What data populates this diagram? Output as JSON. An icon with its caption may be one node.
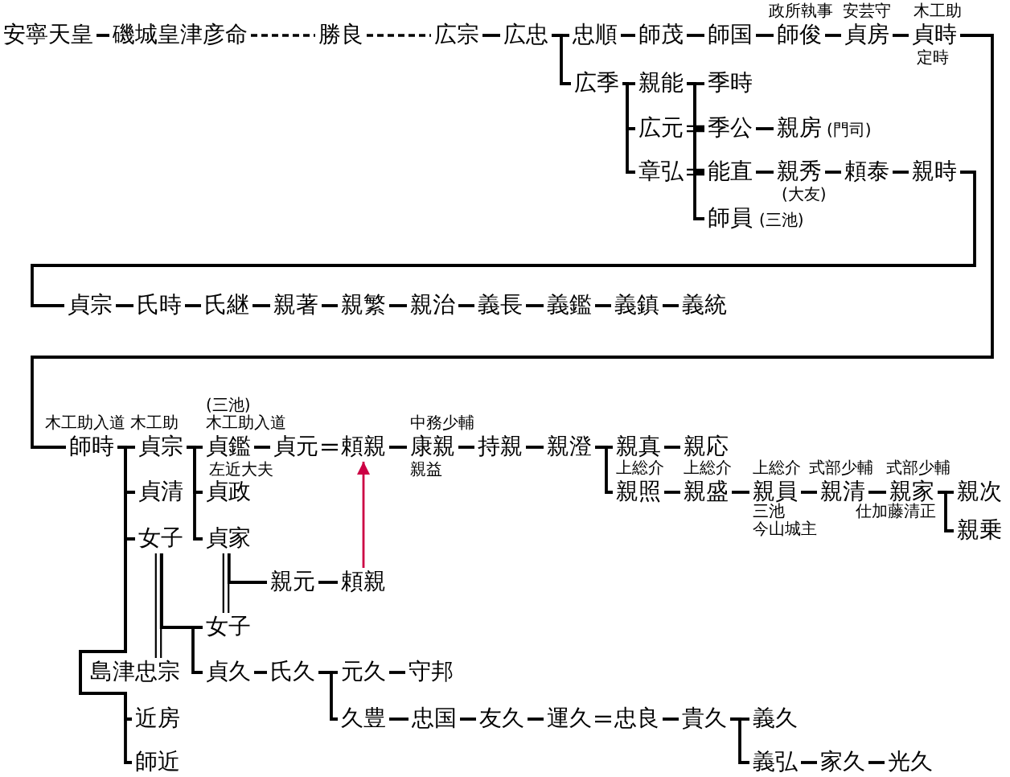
{
  "diagram": {
    "nodes": [
      {
        "text": [
          "安寧天皇"
        ]
      },
      {
        "text": [
          "磯城皇津彦命"
        ]
      },
      {
        "text": [
          "勝良"
        ]
      },
      {
        "text": [
          "広宗"
        ]
      },
      {
        "text": [
          "広忠"
        ]
      },
      {
        "text": [
          "忠順"
        ]
      },
      {
        "text": [
          "師茂"
        ]
      },
      {
        "text": [
          "師国"
        ]
      },
      {
        "text": [
          "師俊"
        ],
        "beside": [
          "政所執事"
        ]
      },
      {
        "text": [
          "貞房"
        ],
        "beside": [
          "安芸守"
        ]
      },
      {
        "text": [
          "貞時"
        ],
        "beside": [
          "木工助",
          "定時"
        ]
      },
      {
        "text": [
          "広季"
        ]
      },
      {
        "text": [
          "親能"
        ]
      },
      {
        "text": [
          "季時"
        ]
      },
      {
        "text": [
          "広元"
        ]
      },
      {
        "text": [
          "季公"
        ]
      },
      {
        "text": [
          "親房"
        ],
        "beside": [
          "(門司)"
        ]
      },
      {
        "text": [
          "章弘"
        ]
      },
      {
        "text": [
          "能直"
        ]
      },
      {
        "text": [
          "親秀"
        ],
        "beside": [
          "(大友)"
        ]
      },
      {
        "text": [
          "頼泰"
        ]
      },
      {
        "text": [
          "親時"
        ]
      },
      {
        "text": [
          "師員"
        ],
        "beside": [
          "(三池)"
        ]
      },
      {
        "text": [
          "貞宗"
        ]
      },
      {
        "text": [
          "氏時"
        ]
      },
      {
        "text": [
          "氏継"
        ]
      },
      {
        "text": [
          "親著"
        ]
      },
      {
        "text": [
          "親繁"
        ]
      },
      {
        "text": [
          "親治"
        ]
      },
      {
        "text": [
          "義長"
        ]
      },
      {
        "text": [
          "義鑑"
        ]
      },
      {
        "text": [
          "義鎮"
        ]
      },
      {
        "text": [
          "義統"
        ]
      },
      {
        "text": [
          "師時"
        ],
        "beside": [
          "木工助入道"
        ]
      },
      {
        "text": [
          "貞宗"
        ],
        "beside": [
          "木工助"
        ]
      },
      {
        "text": [
          "貞鑑"
        ],
        "beside": [
          "(三池)",
          "木工助入道"
        ]
      },
      {
        "text": [
          "貞元"
        ]
      },
      {
        "text": [
          "頼親"
        ]
      },
      {
        "text": [
          "康親"
        ],
        "beside": [
          "中務少輔",
          "親益"
        ]
      },
      {
        "text": [
          "持親"
        ]
      },
      {
        "text": [
          "親澄"
        ]
      },
      {
        "text": [
          "親真"
        ]
      },
      {
        "text": [
          "親応"
        ]
      },
      {
        "text": [
          "貞清"
        ]
      },
      {
        "text": [
          "貞政"
        ],
        "beside": [
          "左近大夫"
        ]
      },
      {
        "text": [
          "親照"
        ],
        "beside": [
          "上総介"
        ]
      },
      {
        "text": [
          "親盛"
        ],
        "beside": [
          "上総介"
        ]
      },
      {
        "text": [
          "親員"
        ],
        "beside": [
          "上総介",
          "三池",
          "今山城主"
        ]
      },
      {
        "text": [
          "親清"
        ],
        "beside": [
          "式部少輔"
        ]
      },
      {
        "text": [
          "親家"
        ],
        "beside": [
          "式部少輔",
          "仕加藤清正"
        ]
      },
      {
        "text": [
          "親次"
        ]
      },
      {
        "text": [
          "女子"
        ]
      },
      {
        "text": [
          "貞家"
        ]
      },
      {
        "text": [
          "親乗"
        ]
      },
      {
        "text": [
          "親元"
        ]
      },
      {
        "text": [
          "頼親"
        ]
      },
      {
        "text": [
          "女子"
        ]
      },
      {
        "text": [
          "島津忠宗"
        ]
      },
      {
        "text": [
          "貞久"
        ]
      },
      {
        "text": [
          "氏久"
        ]
      },
      {
        "text": [
          "元久"
        ]
      },
      {
        "text": [
          "守邦"
        ]
      },
      {
        "text": [
          "近房"
        ]
      },
      {
        "text": [
          "久豊"
        ]
      },
      {
        "text": [
          "忠国"
        ]
      },
      {
        "text": [
          "友久"
        ]
      },
      {
        "text": [
          "運久"
        ]
      },
      {
        "text": [
          "忠良"
        ]
      },
      {
        "text": [
          "貴久"
        ]
      },
      {
        "text": [
          "義久"
        ]
      },
      {
        "text": [
          "師近"
        ]
      },
      {
        "text": [
          "義弘"
        ]
      },
      {
        "text": [
          "家久"
        ]
      },
      {
        "text": [
          "光久"
        ]
      }
    ],
    "edges": [
      {
        "from": 0,
        "to": 1,
        "arrow": "none"
      },
      {
        "from": 1,
        "to": 2,
        "arrow": "none",
        "style": "dashed"
      },
      {
        "from": 2,
        "to": 3,
        "arrow": "none",
        "style": "dashed"
      },
      {
        "from": 3,
        "to": 4,
        "arrow": "none"
      },
      {
        "from": 4,
        "to": 5,
        "arrow": "none"
      },
      {
        "from": 5,
        "to": 6,
        "arrow": "none"
      },
      {
        "from": 6,
        "to": 7,
        "arrow": "none"
      },
      {
        "from": 7,
        "to": 8,
        "arrow": "none"
      },
      {
        "from": 8,
        "to": 9,
        "arrow": "none"
      },
      {
        "from": 9,
        "to": 10,
        "arrow": "none"
      },
      {
        "from": 4,
        "to": 11,
        "arrow": "none"
      },
      {
        "from": 11,
        "to": 12,
        "arrow": "none"
      },
      {
        "from": 11,
        "to": 14,
        "arrow": "none"
      },
      {
        "from": 11,
        "to": 17,
        "arrow": "none"
      },
      {
        "from": 12,
        "to": 13,
        "arrow": "none"
      },
      {
        "from": 12,
        "to": 15,
        "arrow": "none"
      },
      {
        "from": 12,
        "to": 18,
        "arrow": "none"
      },
      {
        "from": 12,
        "to": 22,
        "arrow": "none"
      },
      {
        "from": 14,
        "to": 15,
        "arrow": "none"
      },
      {
        "from": 17,
        "to": 18,
        "arrow": "none"
      },
      {
        "from": 15,
        "to": 16,
        "arrow": "none"
      },
      {
        "from": 18,
        "to": 19,
        "arrow": "none"
      },
      {
        "from": 19,
        "to": 20,
        "arrow": "none"
      },
      {
        "from": 20,
        "to": 21,
        "arrow": "none"
      },
      {
        "from": 10,
        "to": 33,
        "arrow": "none"
      },
      {
        "from": 21,
        "to": 23,
        "arrow": "none"
      },
      {
        "from": 23,
        "to": 24,
        "arrow": "none"
      },
      {
        "from": 24,
        "to": 25,
        "arrow": "none"
      },
      {
        "from": 25,
        "to": 26,
        "arrow": "none"
      },
      {
        "from": 26,
        "to": 27,
        "arrow": "none"
      },
      {
        "from": 27,
        "to": 28,
        "arrow": "none"
      },
      {
        "from": 28,
        "to": 29,
        "arrow": "none"
      },
      {
        "from": 29,
        "to": 30,
        "arrow": "none"
      },
      {
        "from": 30,
        "to": 31,
        "arrow": "none"
      },
      {
        "from": 31,
        "to": 32,
        "arrow": "none"
      },
      {
        "from": 33,
        "to": 34,
        "arrow": "none"
      },
      {
        "from": 33,
        "to": 43,
        "arrow": "none"
      },
      {
        "from": 33,
        "to": 51,
        "arrow": "none"
      },
      {
        "from": 33,
        "to": 62,
        "arrow": "none"
      },
      {
        "from": 33,
        "to": 70,
        "arrow": "none"
      },
      {
        "from": 34,
        "to": 35,
        "arrow": "none"
      },
      {
        "from": 34,
        "to": 44,
        "arrow": "none"
      },
      {
        "from": 34,
        "to": 52,
        "arrow": "none"
      },
      {
        "from": 35,
        "to": 36,
        "arrow": "none"
      },
      {
        "from": 36,
        "to": 37,
        "arrow": "none"
      },
      {
        "from": 37,
        "to": 38,
        "arrow": "none"
      },
      {
        "from": 38,
        "to": 39,
        "arrow": "none"
      },
      {
        "from": 39,
        "to": 40,
        "arrow": "none"
      },
      {
        "from": 40,
        "to": 41,
        "arrow": "none"
      },
      {
        "from": 40,
        "to": 45,
        "arrow": "none"
      },
      {
        "from": 41,
        "to": 42,
        "arrow": "none"
      },
      {
        "from": 45,
        "to": 46,
        "arrow": "none"
      },
      {
        "from": 46,
        "to": 47,
        "arrow": "none"
      },
      {
        "from": 47,
        "to": 48,
        "arrow": "none"
      },
      {
        "from": 48,
        "to": 49,
        "arrow": "none"
      },
      {
        "from": 49,
        "to": 50,
        "arrow": "none"
      },
      {
        "from": 49,
        "to": 53,
        "arrow": "none"
      },
      {
        "from": 51,
        "to": 57,
        "arrow": "none"
      },
      {
        "from": 51,
        "to": 56,
        "arrow": "none"
      },
      {
        "from": 51,
        "to": 58,
        "arrow": "none"
      },
      {
        "from": 52,
        "to": 56,
        "arrow": "none"
      },
      {
        "from": 52,
        "to": 54,
        "arrow": "none"
      },
      {
        "from": 54,
        "to": 55,
        "arrow": "none"
      },
      {
        "from": 55,
        "to": 37,
        "arrow": "to",
        "color": "#cc0044"
      },
      {
        "from": 58,
        "to": 59,
        "arrow": "none"
      },
      {
        "from": 59,
        "to": 60,
        "arrow": "none"
      },
      {
        "from": 59,
        "to": 63,
        "arrow": "none"
      },
      {
        "from": 60,
        "to": 61,
        "arrow": "none"
      },
      {
        "from": 63,
        "to": 64,
        "arrow": "none"
      },
      {
        "from": 64,
        "to": 65,
        "arrow": "none"
      },
      {
        "from": 65,
        "to": 66,
        "arrow": "none"
      },
      {
        "from": 66,
        "to": 67,
        "arrow": "none"
      },
      {
        "from": 67,
        "to": 68,
        "arrow": "none"
      },
      {
        "from": 68,
        "to": 69,
        "arrow": "none"
      },
      {
        "from": 68,
        "to": 71,
        "arrow": "none"
      },
      {
        "from": 71,
        "to": 72,
        "arrow": "none"
      },
      {
        "from": 72,
        "to": 73,
        "arrow": "none"
      }
    ]
  }
}
